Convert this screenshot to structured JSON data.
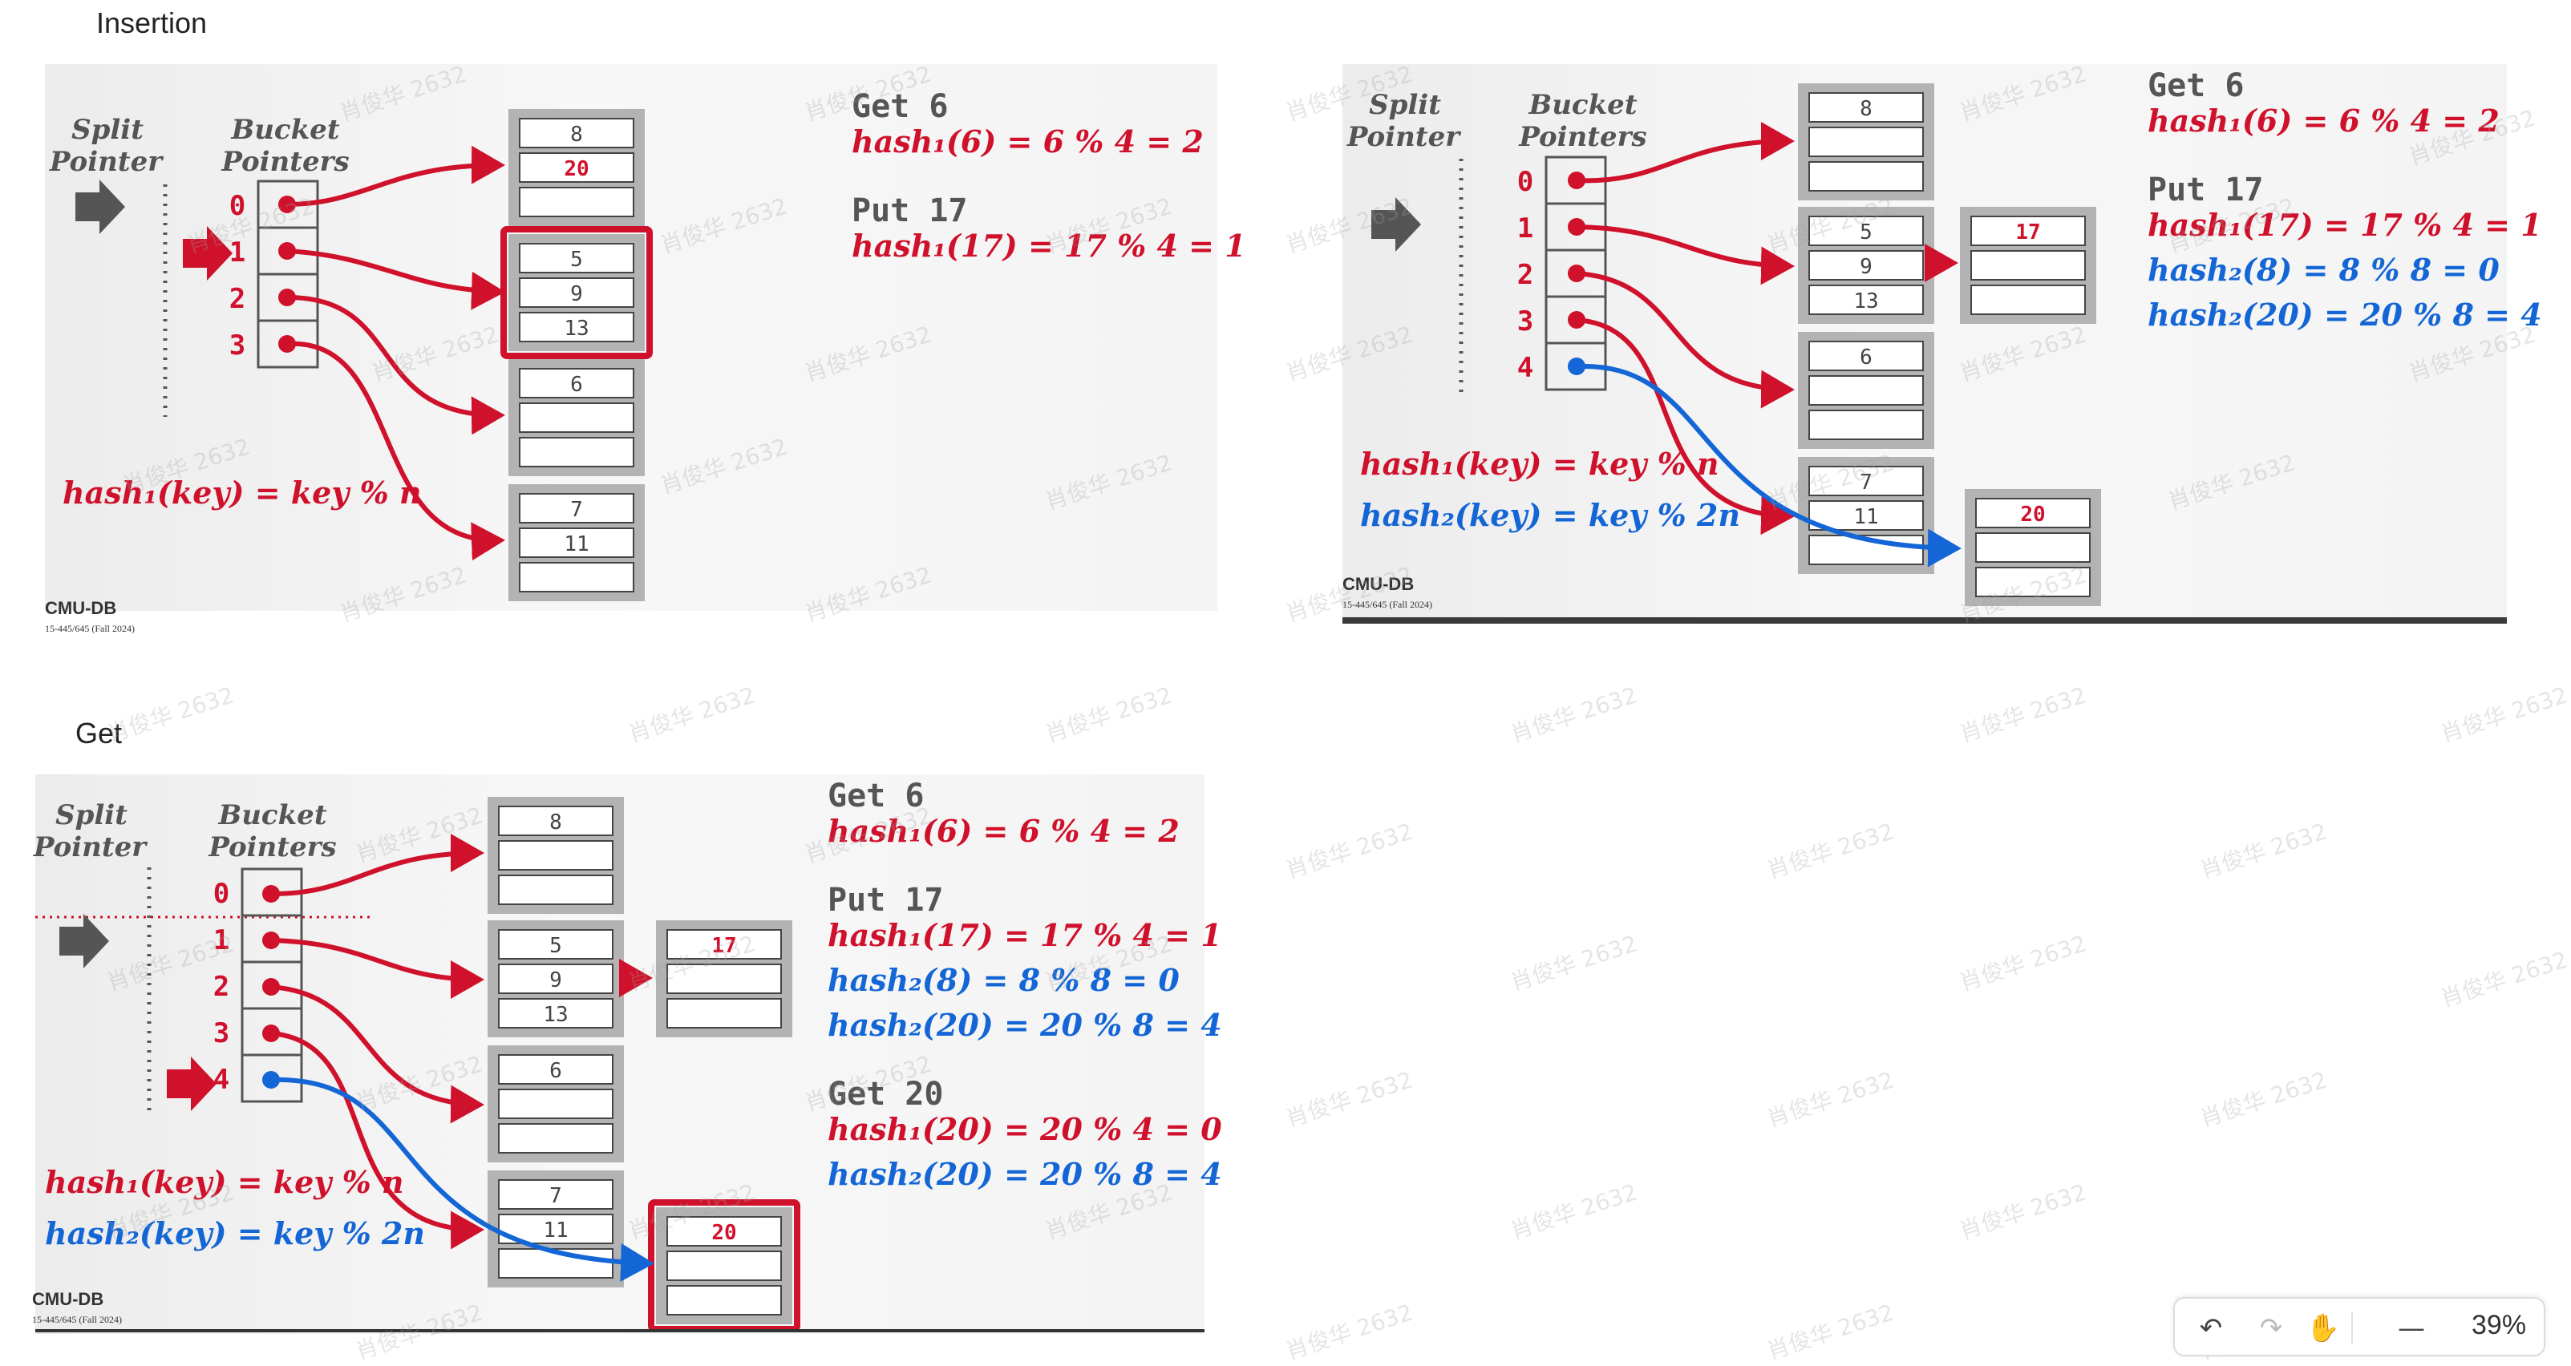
{
  "sections": {
    "insertion": "Insertion",
    "get": "Get"
  },
  "common": {
    "split_label_1": "Split",
    "split_label_2": "Pointer",
    "bucket_label_1": "Bucket",
    "bucket_label_2": "Pointers",
    "footer_logo": "CMU-DB",
    "footer_course": "15-445/645 (Fall 2024)",
    "pointer_indices_4": [
      "0",
      "1",
      "2",
      "3"
    ],
    "pointer_indices_5": [
      "0",
      "1",
      "2",
      "3",
      "4"
    ],
    "hash1_fn": "hash₁(key) = key % n",
    "hash2_fn": "hash₂(key) = key % 2n",
    "get6_title": "Get 6",
    "get6_hash1": "hash₁(6) =  6 % 4 = 2",
    "put17_title": "Put 17",
    "put17_hash1": "hash₁(17) =  17 % 4 = 1",
    "hash2_8": "hash₂(8)  =  8 % 8 = 0",
    "hash2_20": "hash₂(20) =  20 % 8 = 4",
    "get20_title": "Get 20",
    "get20_hash1": "hash₁(20) =  20 % 4 = 0",
    "get20_hash2": "hash₂(20) =  20 % 8 = 4"
  },
  "slide1": {
    "buckets": [
      [
        "8",
        "20",
        ""
      ],
      [
        "5",
        "9",
        "13"
      ],
      [
        "6",
        "",
        ""
      ],
      [
        "7",
        "11",
        ""
      ]
    ]
  },
  "slide2": {
    "buckets": [
      [
        "8",
        "",
        ""
      ],
      [
        "5",
        "9",
        "13"
      ],
      [
        "6",
        "",
        ""
      ],
      [
        "7",
        "11",
        ""
      ]
    ],
    "overflow": [
      "17",
      "",
      ""
    ],
    "new_bucket": [
      "20",
      "",
      ""
    ]
  },
  "slide3": {
    "buckets": [
      [
        "8",
        "",
        ""
      ],
      [
        "5",
        "9",
        "13"
      ],
      [
        "6",
        "",
        ""
      ],
      [
        "7",
        "11",
        ""
      ]
    ],
    "overflow": [
      "17",
      "",
      ""
    ],
    "new_bucket": [
      "20",
      "",
      ""
    ]
  },
  "watermark_text": "肖俊华 2632",
  "toolbar": {
    "undo": "↶",
    "redo": "↷",
    "hand": "✋",
    "zoom_out": "—",
    "zoom": "39%"
  },
  "colors": {
    "red": "#d0112b",
    "blue": "#1466d6",
    "gray": "#555555"
  }
}
